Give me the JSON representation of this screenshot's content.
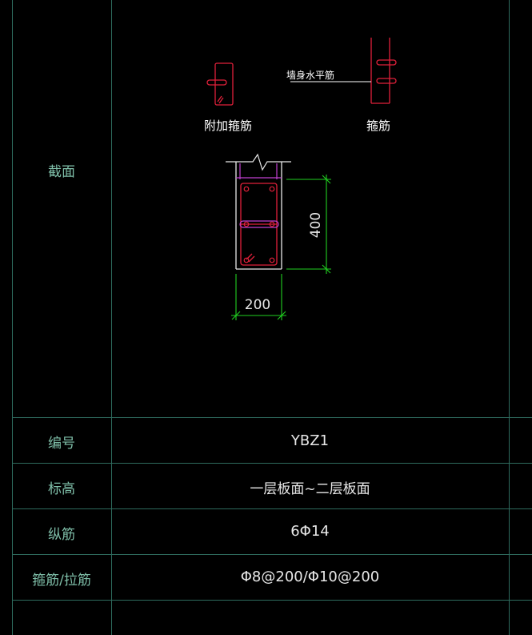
{
  "table": {
    "section_label": "截面",
    "rows": [
      {
        "label": "编号",
        "value": "YBZ1"
      },
      {
        "label": "标高",
        "value": "一层板面~二层板面"
      },
      {
        "label": "纵筋",
        "value": "6Φ14"
      },
      {
        "label": "箍筋/拉筋",
        "value": "Φ8@200/Φ10@200"
      }
    ]
  },
  "drawing": {
    "extra_stirrup_label": "附加箍筋",
    "wall_bar_label": "墙身水平筋",
    "stirrup_label": "箍筋",
    "width_dim": "200",
    "height_dim": "400"
  },
  "colors": {
    "grid": "#2e6b5e",
    "rebar": "#e0203a",
    "tie": "#c040d0",
    "dimension": "#20d020",
    "outline": "#e8e8e8"
  }
}
